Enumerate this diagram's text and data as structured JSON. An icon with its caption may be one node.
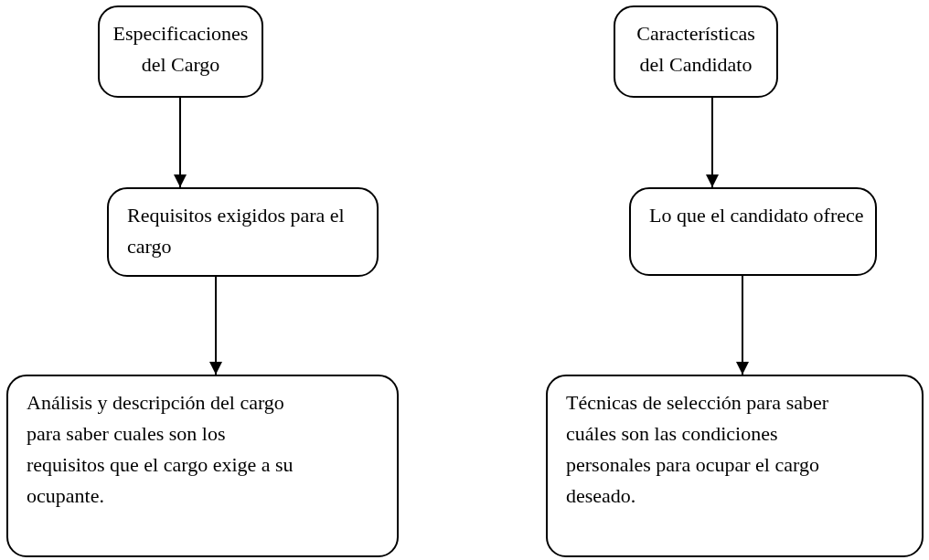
{
  "diagram": {
    "nodes": [
      {
        "text": [
          "Especificaciones del Cargo"
        ]
      },
      {
        "text": [
          "Requisitos exigidos para el cargo"
        ]
      },
      {
        "text": [
          "Análisis y descripción del cargo para saber cuales son los requisitos que el cargo exige a su ocupante."
        ]
      },
      {
        "text": [
          "Características del Candidato"
        ]
      },
      {
        "text": [
          "Lo que el candidato ofrece"
        ]
      },
      {
        "text": [
          "Técnicas de selección para saber cuáles son las condiciones personales para ocupar el cargo deseado."
        ]
      }
    ],
    "edges": [
      {
        "from": 0,
        "to": 1,
        "arrow": "to"
      },
      {
        "from": 1,
        "to": 2,
        "arrow": "to"
      },
      {
        "from": 3,
        "to": 4,
        "arrow": "to"
      },
      {
        "from": 4,
        "to": 5,
        "arrow": "to"
      }
    ]
  }
}
